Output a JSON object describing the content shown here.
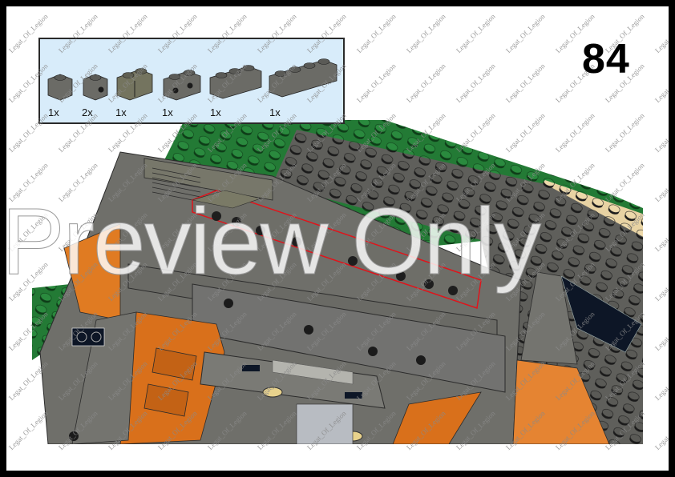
{
  "page": {
    "step_number": "84",
    "preview_watermark": "Preview Only",
    "tiled_watermark": "Legat_Of_Legion"
  },
  "parts_list": {
    "items": [
      {
        "part": "brick-1x1",
        "quantity": "1x",
        "color": "dark-bluish-gray"
      },
      {
        "part": "brick-1x1-with-stud-on-side",
        "quantity": "2x",
        "color": "dark-bluish-gray"
      },
      {
        "part": "brick-1x2-with-groove",
        "quantity": "1x",
        "color": "dark-tan"
      },
      {
        "part": "brick-1x2-with-studs-on-side",
        "quantity": "1x",
        "color": "dark-bluish-gray"
      },
      {
        "part": "brick-1x3",
        "quantity": "1x",
        "color": "dark-bluish-gray"
      },
      {
        "part": "brick-1x4",
        "quantity": "1x",
        "color": "dark-bluish-gray"
      }
    ]
  },
  "colors": {
    "page_border": "#000000",
    "parts_box_bg": "#d8ecfa",
    "brick_gray": "#6b6b66",
    "brick_gray_light": "#7d7d78",
    "baseplate_green": "#237a35",
    "tan": "#e8d3a3",
    "orange": "#e07b22",
    "dark_blue": "#0d1626",
    "highlight_red": "#e0141b"
  }
}
